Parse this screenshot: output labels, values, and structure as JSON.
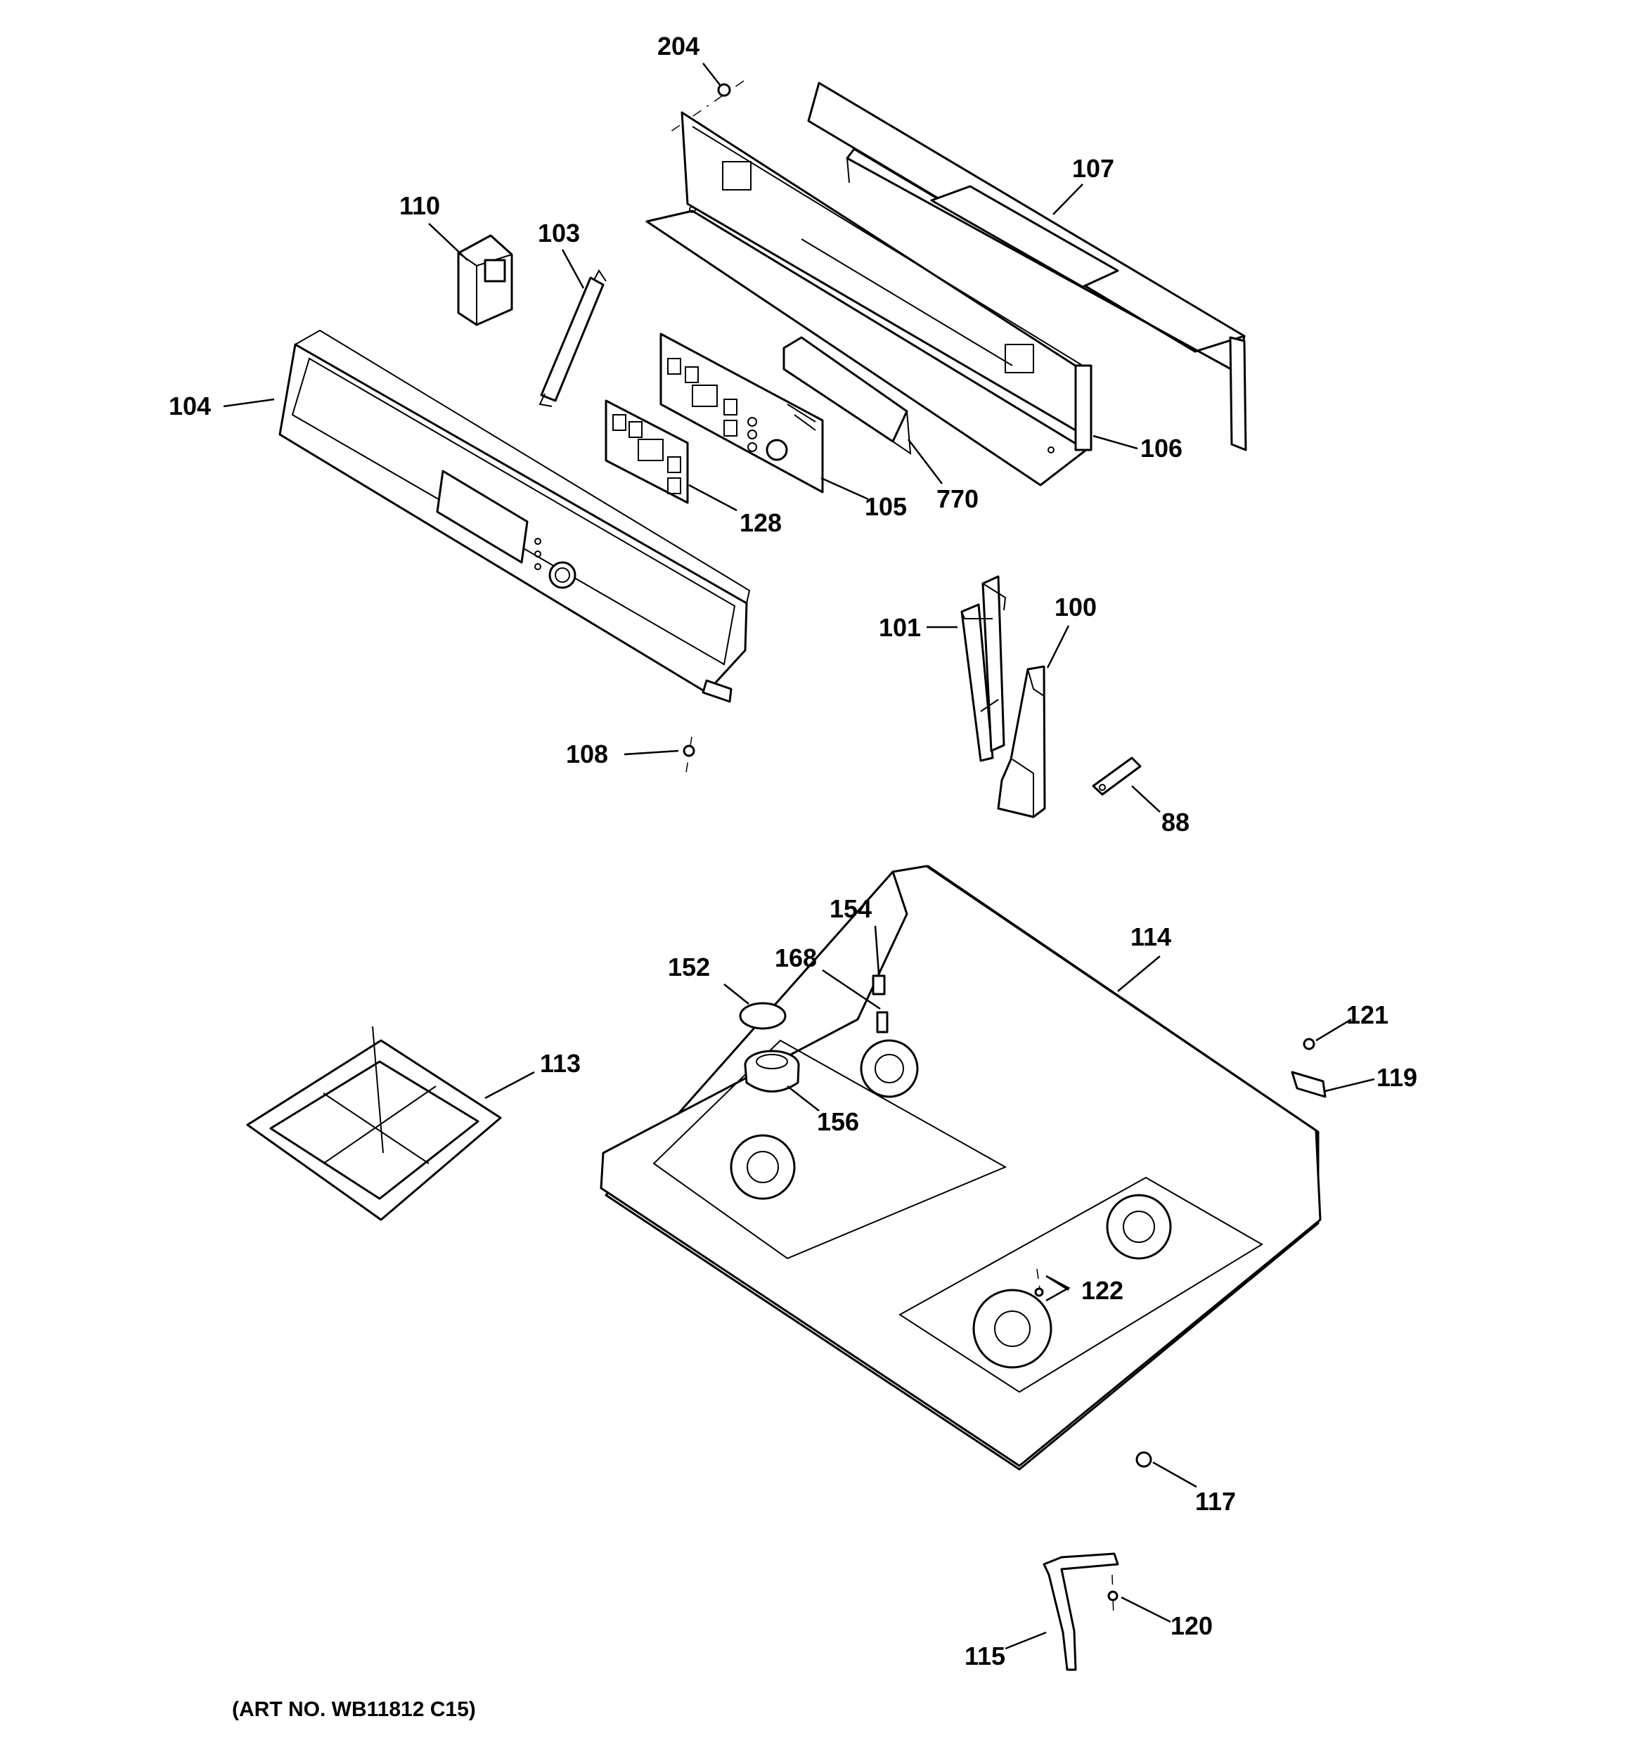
{
  "labels": {
    "p204": "204",
    "p107": "107",
    "p110": "110",
    "p103": "103",
    "p104": "104",
    "p106": "106",
    "p128": "128",
    "p105": "105",
    "p770": "770",
    "p101": "101",
    "p100": "100",
    "p108": "108",
    "p88": "88",
    "p154": "154",
    "p114": "114",
    "p168": "168",
    "p152": "152",
    "p121": "121",
    "p113": "113",
    "p119": "119",
    "p156": "156",
    "p122": "122",
    "p117": "117",
    "p120": "120",
    "p115": "115"
  },
  "caption": "(ART NO. WB11812 C15)"
}
